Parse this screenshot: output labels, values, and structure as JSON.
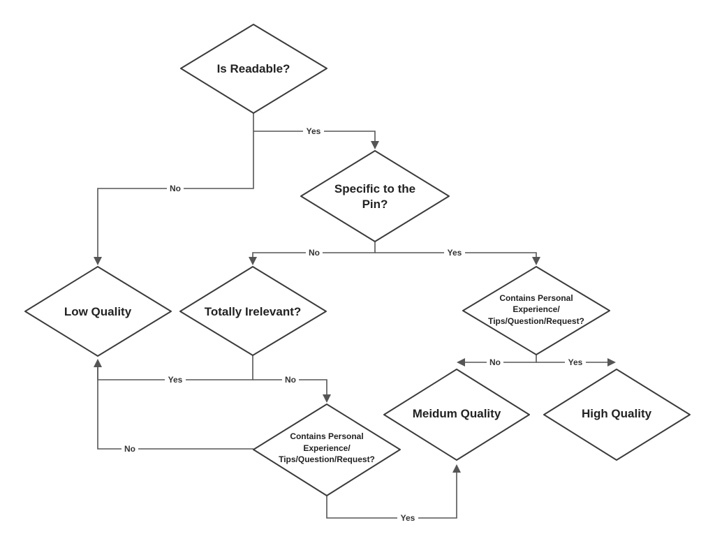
{
  "nodes": {
    "readable": {
      "label": "Is Readable?"
    },
    "specific": {
      "label_lines": [
        "Specific to the",
        "Pin?"
      ]
    },
    "low_quality": {
      "label": "Low Quality"
    },
    "irrelevant": {
      "label": "Totally Irelevant?"
    },
    "personal_right": {
      "label_lines": [
        "Contains Personal",
        "Experience/",
        "Tips/Question/Request?"
      ]
    },
    "personal_bottom": {
      "label_lines": [
        "Contains Personal",
        "Experience/",
        "Tips/Question/Request?"
      ]
    },
    "medium_quality": {
      "label": "Meidum Quality"
    },
    "high_quality": {
      "label": "High Quality"
    }
  },
  "edges": {
    "readable_yes": "Yes",
    "readable_no": "No",
    "specific_no": "No",
    "specific_yes": "Yes",
    "irrelevant_yes": "Yes",
    "irrelevant_no": "No",
    "personal_right_no": "No",
    "personal_right_yes": "Yes",
    "personal_bottom_no": "No",
    "personal_bottom_yes": "Yes"
  },
  "colors": {
    "stroke": "#3b3b3b",
    "connector": "#555555",
    "text": "#222222",
    "background": "#ffffff"
  }
}
